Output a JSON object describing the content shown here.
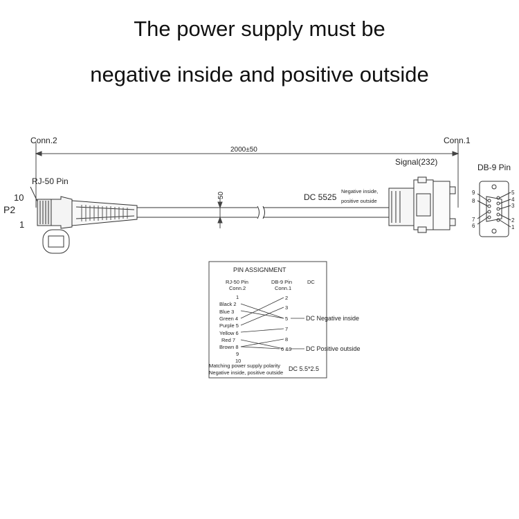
{
  "header": {
    "line1": "The power supply must be",
    "line2": "negative inside and positive outside"
  },
  "drawing": {
    "conn2_label": "Conn.2",
    "conn1_label": "Conn.1",
    "length_label": "2000±50",
    "signal_label": "Signal(232)",
    "db9_title": "DB-9 Pin",
    "rj50_title": "RJ-50 Pin",
    "pin10": "10",
    "pin1": "1",
    "p2_label": "P2",
    "dim50": "50",
    "dc_label": "DC 5525",
    "dc_note1": "Negative inside,",
    "dc_note2": "positive outside",
    "db9_pins": [
      "9",
      "8",
      "7",
      "6",
      "5",
      "4",
      "3",
      "2",
      "1"
    ]
  },
  "table": {
    "title": "PIN ASSIGNMENT",
    "col1": "RJ-50 Pin",
    "col1_sub": "Conn.2",
    "col2": "DB-9 Pin",
    "col2_sub": "Conn.1",
    "col3": "DC",
    "left_nums": [
      "1",
      "9",
      "10"
    ],
    "left_rows": [
      "Black 2",
      "Blue 3",
      "Green 4",
      "Purple 5",
      "Yellow 6",
      "Red 7",
      "Brown 8"
    ],
    "right_nums": [
      "2",
      "3",
      "5",
      "7",
      "8",
      "6 &9"
    ],
    "dc_neg": "DC Negative inside",
    "dc_pos": "DC Positive outside",
    "footer1": "Matching power supply polarity",
    "footer2": "Negative inside, positive outside",
    "footer_dc": "DC 5.5*2.5"
  }
}
